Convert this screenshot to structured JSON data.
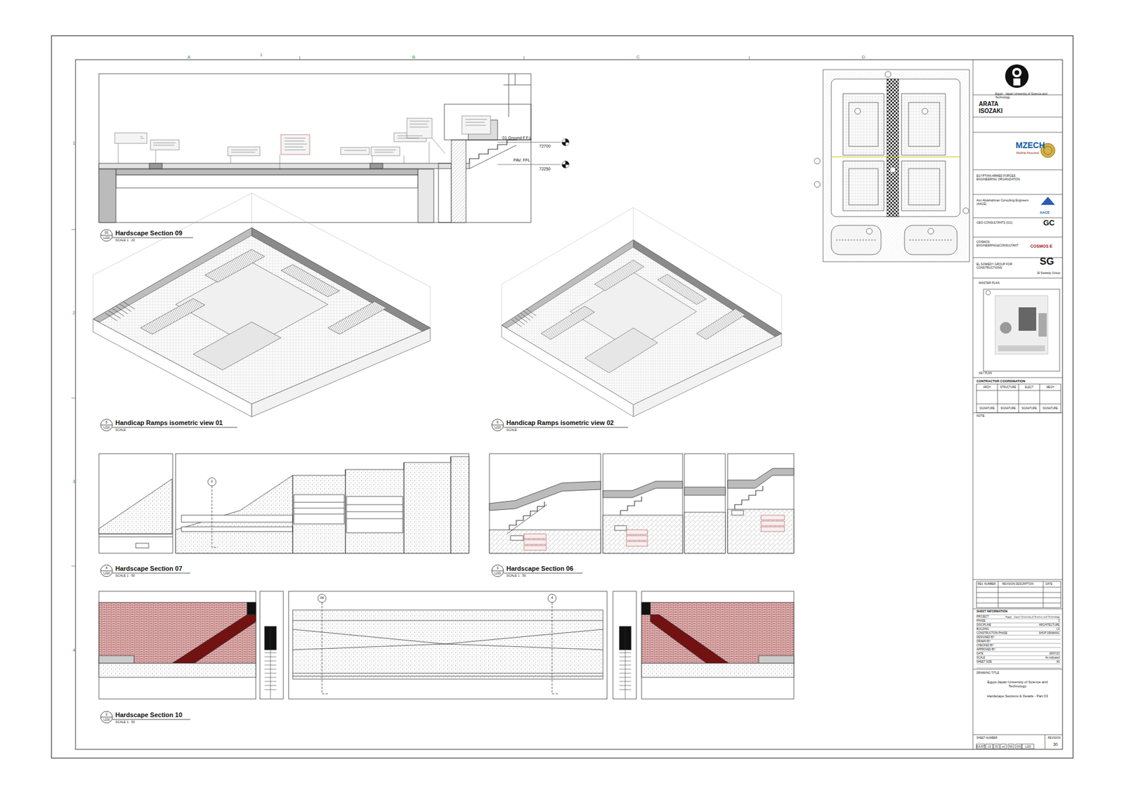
{
  "diagram": {
    "nodes": [
      {
        "text": [
          "Hardscape Section 09",
          "SCALE 1 : 20"
        ]
      },
      {
        "text": [
          "Handicap Ramps isometric view 01",
          "SCALE"
        ]
      },
      {
        "text": [
          "Handicap Ramps isometric view 02",
          "SCALE"
        ]
      },
      {
        "text": [
          "Hardscape Section 07",
          "SCALE 1 : 50"
        ]
      },
      {
        "text": [
          "Hardscape Section 06",
          "SCALE 1 : 50"
        ]
      },
      {
        "text": [
          "Hardscape Section 10",
          "SCALE 1 : 50"
        ]
      }
    ],
    "labels": [
      "A",
      "1",
      "B",
      "C",
      "D",
      "1",
      "2",
      "3",
      "4",
      "01 Ground F.F.L",
      "72700",
      "PAV. FFL",
      "72250",
      "01",
      "L220",
      "5",
      "L220",
      "6",
      "L220",
      "4",
      "L220",
      "3",
      "L220",
      "2",
      "L220",
      "2",
      "06",
      "4",
      "Egypt - Japan University of Science and Technology",
      "ARATA ISOZAKI",
      "MZECH",
      "Medhat Abouzeid",
      "EGYPTIAN ARMED FORCES ENGINEERING ORGANIZATION",
      "Amr Abdelrahman Consulting Engineers (AACE)",
      "AACE",
      "GEO-CONSULTANTS (GC)",
      "GC",
      "COSMOS ENGINEERING&CONSULTANT",
      "COSMOS E",
      "EL SOWEDY GROUP FOR CONSTRUCTIONS",
      "SG",
      "El Sewedy Group",
      "MASTER PLAN",
      "KEY PLAN",
      "CONTRACTOR COORDINATION",
      "ARCH",
      "STRUCTURE",
      "ELECT",
      "MECH",
      "SIGNATURE",
      "SIGNATURE",
      "SIGNATURE",
      "SIGNATURE",
      "NOTE",
      "REV. NUMBER",
      "REVISION DESCRIPTION",
      "DATE",
      "SHEET INFORMATION",
      "PROJECT",
      "PHASE",
      "DISCIPLINE",
      "BUILDING",
      "CONSTRUCTION PHASE",
      "DESIGNED BY",
      "DRAWN BY",
      "CHECKED BY",
      "APPROVED BY",
      "DATE",
      "SCALE",
      "SHEET SIZE",
      "Egypt - Japan University of Science and Technology",
      "3",
      "ARCHITECTURE",
      "LS",
      "SHOP DRAWING",
      "08/07/23",
      "As indicated",
      "A0",
      "DRAWING TITLE",
      "Egypt-Japan University of Science and Technology",
      "Hardscape Sections & Details - Part 03",
      "SHEET NUMBER",
      "REVISION",
      "EJUST",
      "LS",
      "03",
      "cd",
      "NG",
      "GN",
      "L220",
      "30"
    ]
  }
}
